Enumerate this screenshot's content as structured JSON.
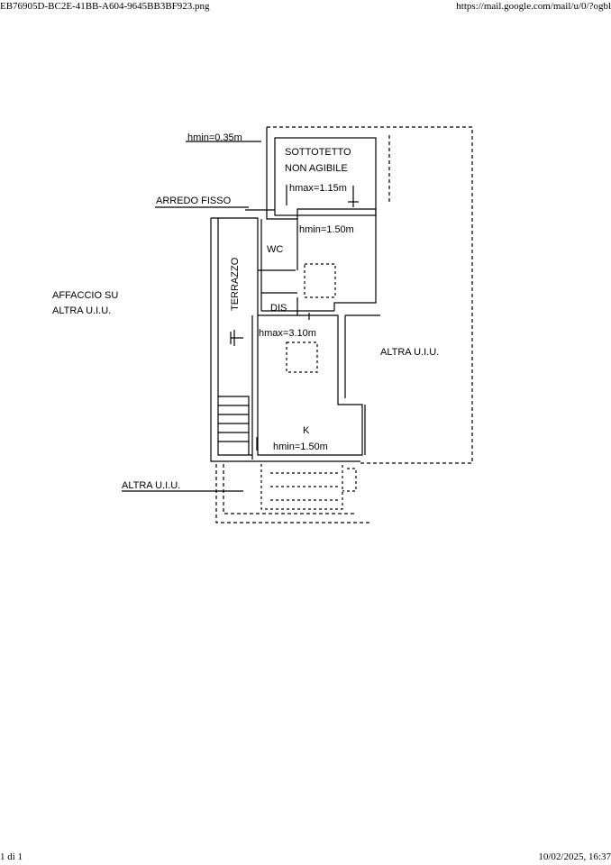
{
  "header": {
    "filename": "EB76905D-BC2E-41BB-A604-9645BB3BF923.png",
    "url": "https://mail.google.com/mail/u/0/?ogbl"
  },
  "footer": {
    "page": "1 di 1",
    "datetime": "10/02/2025, 16:37"
  },
  "plan": {
    "labels": {
      "hmin_035": "hmin=0.35m",
      "sottotetto": "SOTTOTETTO",
      "non_agibile": "NON AGIBILE",
      "arredo_fisso": "ARREDO FISSO",
      "hmax_115": "hmax=1.15m",
      "hmin_150_top": "hmin=1.50m",
      "wc": "WC",
      "terrazzo": "TERRAZZO",
      "affaccio_line1": "AFFACCIO SU",
      "affaccio_line2": "ALTRA U.I.U.",
      "dis": "DIS",
      "hmax_310": "hmax=3.10m",
      "altra_uiu_right": "ALTRA U.I.U.",
      "k": "K",
      "hmin_150_bottom": "hmin=1.50m",
      "altra_uiu_bottom": "ALTRA U.I.U."
    }
  }
}
